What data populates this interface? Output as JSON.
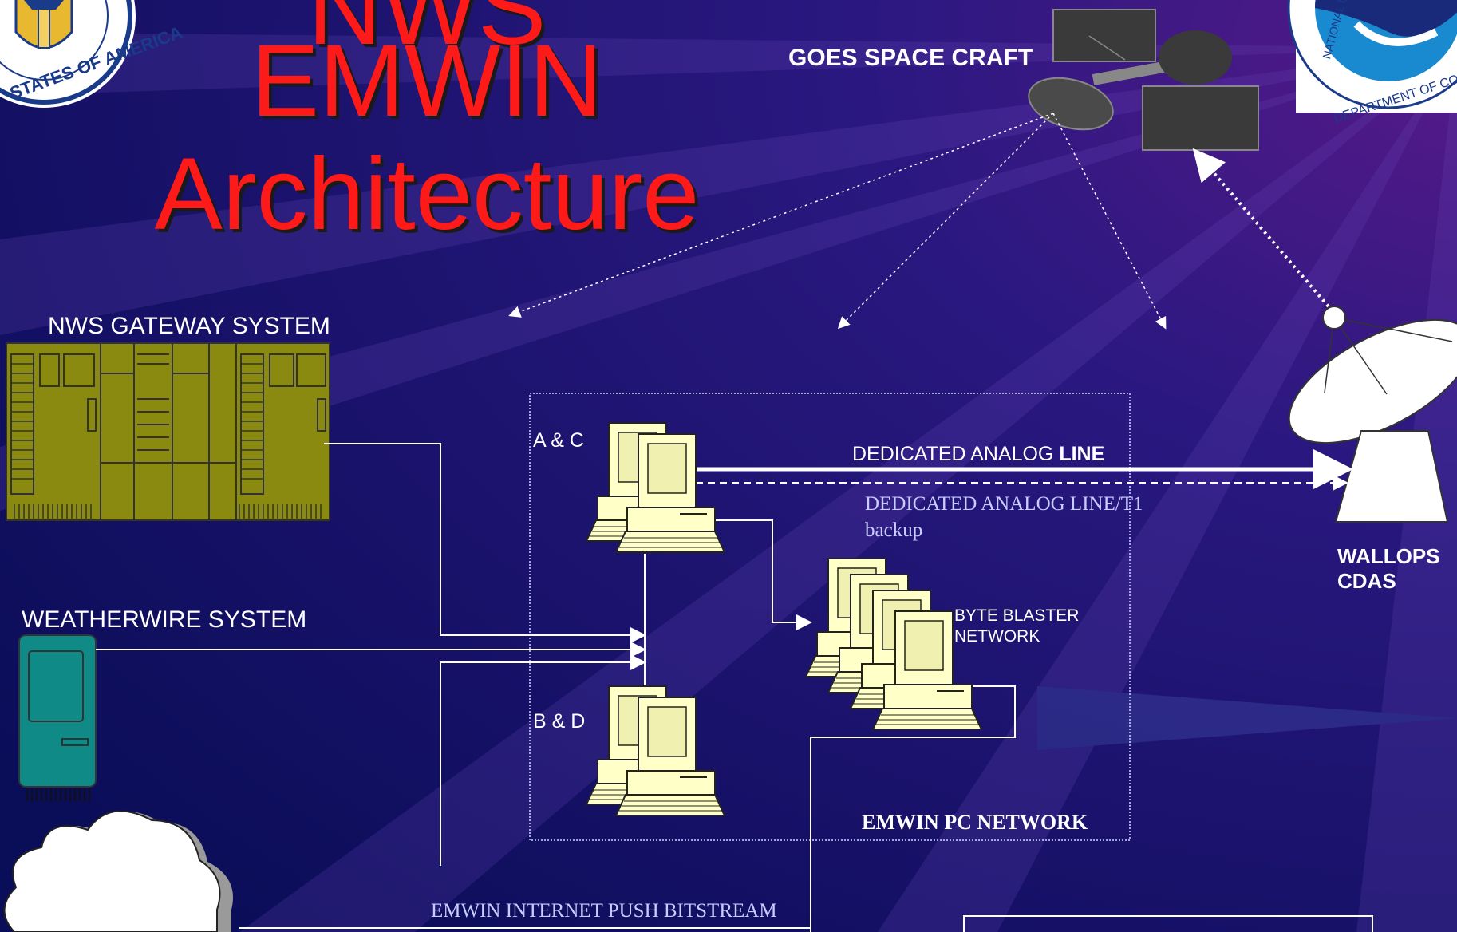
{
  "title": {
    "line1": "NWS",
    "line2": "EMWIN",
    "line3": "Architecture"
  },
  "labels": {
    "goes": "GOES SPACE CRAFT",
    "gateway": "NWS GATEWAY SYSTEM",
    "weatherwire": "WEATHERWIRE SYSTEM",
    "ac": "A & C",
    "bd": "B & D",
    "analog_line_prefix": "DEDICATED ANALOG ",
    "analog_line_bold": "LINE",
    "backup_line1": "DEDICATED ANALOG LINE/T1",
    "backup_line2": "backup",
    "byte_blaster_line1": "BYTE BLASTER",
    "byte_blaster_line2": "NETWORK",
    "pc_network": "EMWIN PC NETWORK",
    "wallops_line1": "WALLOPS",
    "wallops_line2": "CDAS",
    "internet_push": "EMWIN INTERNET PUSH BITSTREAM"
  },
  "seals": {
    "left_seal_text": "STATES OF AMERICA",
    "right_seal_text": "DEPARTMENT OF COMMERCE",
    "right_seal_side": "NATIONAL U.S."
  },
  "colors": {
    "background": "#0b0f5c",
    "title_red": "#ff1a1a",
    "gateway_olive": "#8a8a10",
    "weatherwire_teal": "#0f8a86",
    "pc_cream": "#ffffc8"
  }
}
